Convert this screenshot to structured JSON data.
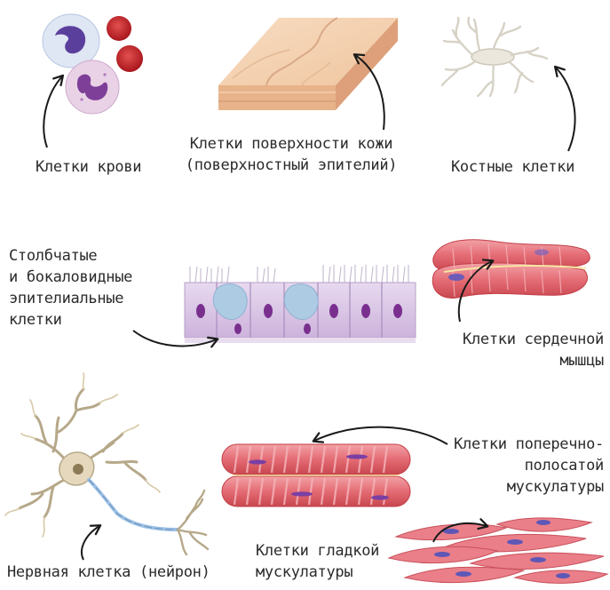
{
  "labels": {
    "blood": "Клетки крови",
    "skin": [
      "Клетки поверхности кожи",
      "(поверхностный эпителий)"
    ],
    "bone": "Костные клетки",
    "epithelial": [
      "Столбчатые",
      "и бокаловидные",
      "эпителиальные",
      "клетки"
    ],
    "cardiac": [
      "Клетки сердечной",
      "мышцы"
    ],
    "striated": [
      "Клетки поперечно-",
      "полосатой",
      "мускулатуры"
    ],
    "smooth": [
      "Клетки гладкой",
      "мускулатуры"
    ],
    "neuron": "Нервная клетка (нейрон)"
  },
  "colors": {
    "text": "#2b2b2b",
    "arrow": "#1a1a1a",
    "blood_red": "#c8242a",
    "leukocyte_nucleus": "#5b3f9c",
    "skin": "#f0c7a2",
    "muscle_pink": "#e8707a",
    "epithelium_lilac": "#d9c5e6",
    "goblet_blue": "#aecbe4",
    "neuron_tan": "#e6d8bc",
    "axon_blue": "#9cc1e6"
  }
}
